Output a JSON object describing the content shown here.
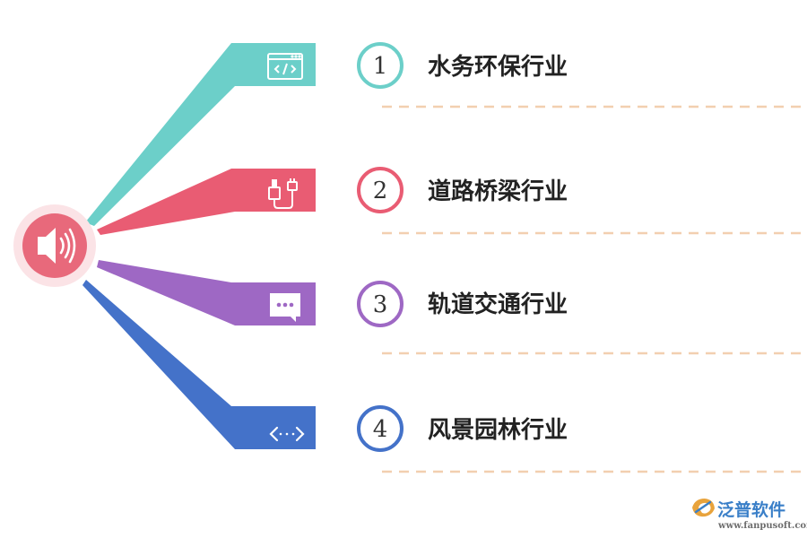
{
  "hub": {
    "icon": "speaker-icon",
    "color": "#e8697b",
    "ring_color": "#fbe3e6"
  },
  "items": [
    {
      "number": "1",
      "label": "水务环保行业",
      "color": "#6ccfc9",
      "icon": "code-window-icon"
    },
    {
      "number": "2",
      "label": "道路桥梁行业",
      "color": "#e95c73",
      "icon": "usb-cable-icon"
    },
    {
      "number": "3",
      "label": "轨道交通行业",
      "color": "#9e68c4",
      "icon": "chat-bubble-icon"
    },
    {
      "number": "4",
      "label": "风景园林行业",
      "color": "#4472c9",
      "icon": "code-arrows-icon"
    }
  ],
  "divider_color": "#f2cfb0",
  "logo": {
    "name": "泛普软件",
    "url": "www.fanpusoft.com"
  }
}
